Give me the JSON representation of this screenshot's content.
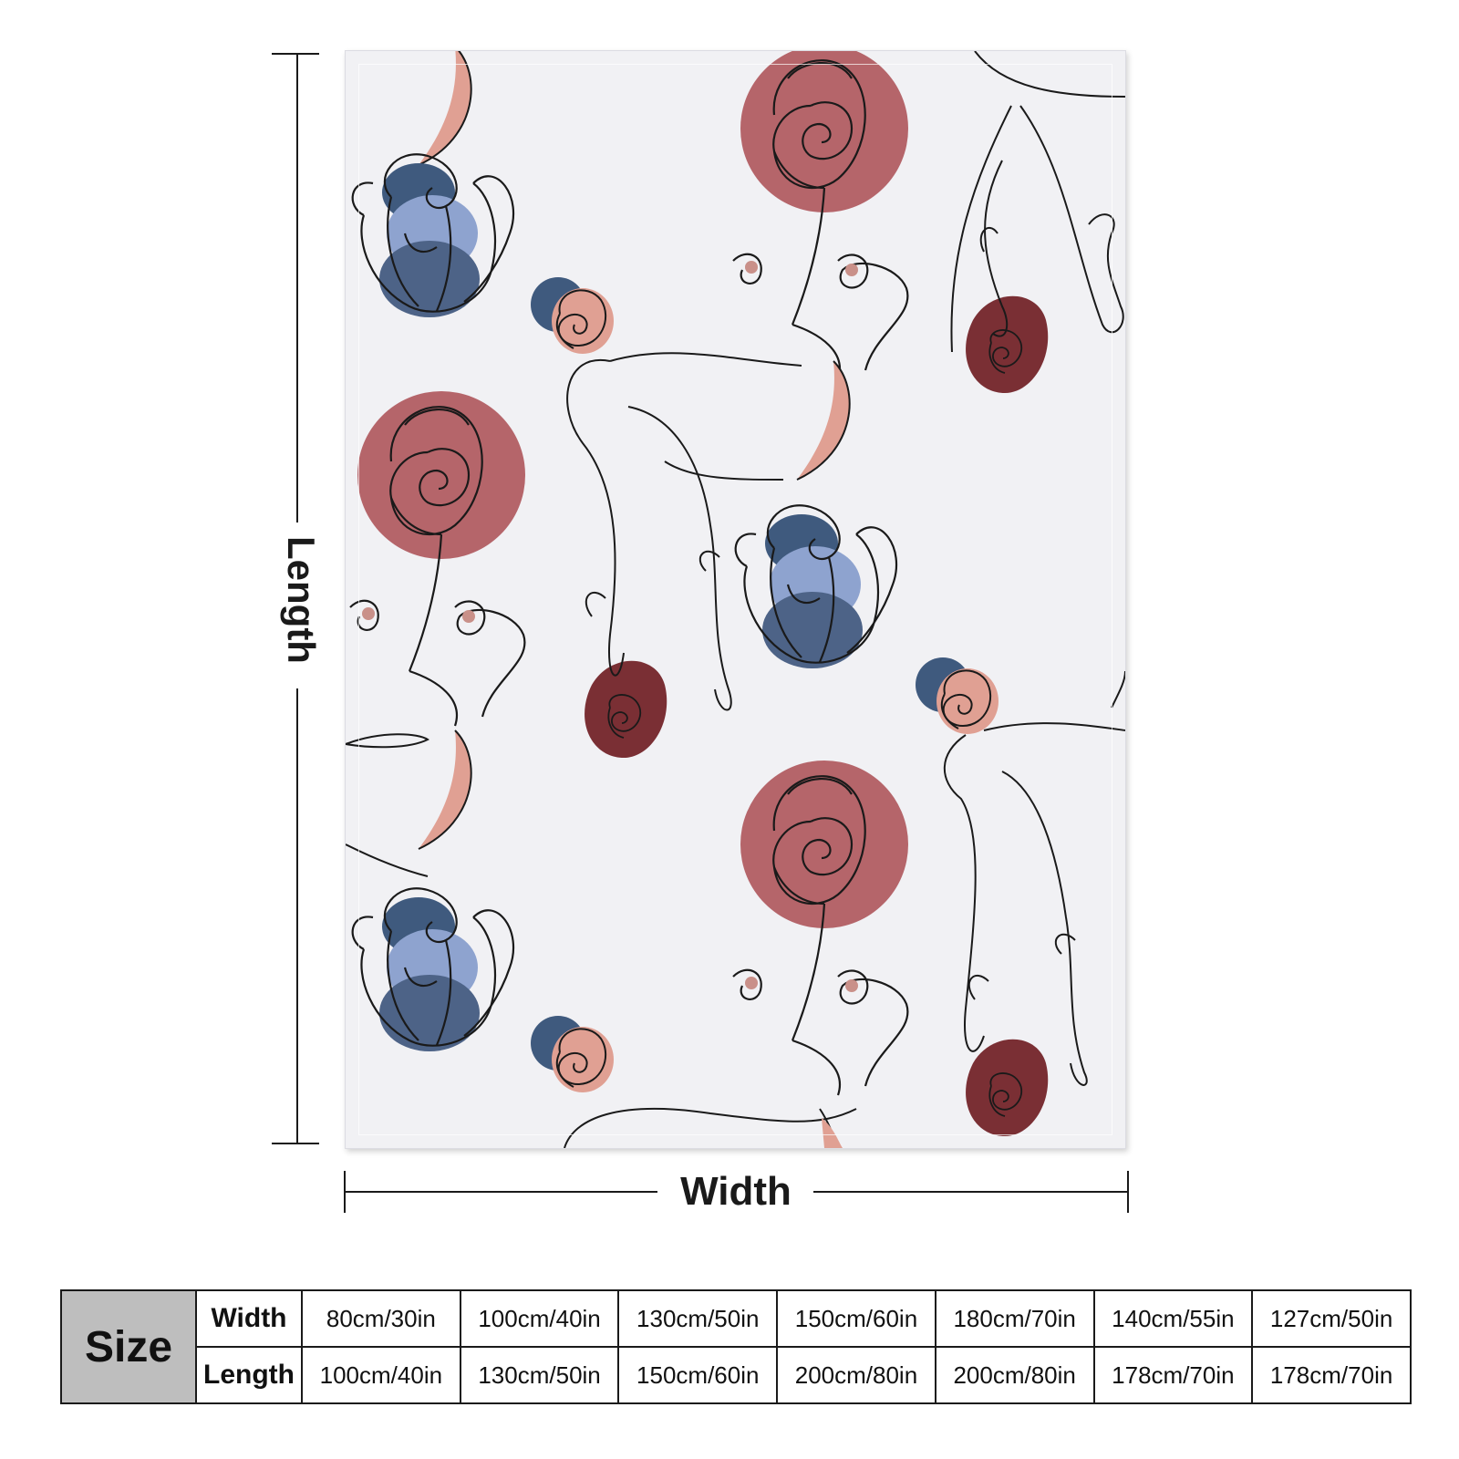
{
  "dimensions": {
    "length_label": "Length",
    "width_label": "Width"
  },
  "size_table": {
    "header": "Size",
    "rows": [
      {
        "label": "Width",
        "values": [
          "80cm/30in",
          "100cm/40in",
          "130cm/50in",
          "150cm/60in",
          "180cm/70in",
          "140cm/55in",
          "127cm/50in"
        ]
      },
      {
        "label": "Length",
        "values": [
          "100cm/40in",
          "130cm/50in",
          "150cm/60in",
          "200cm/80in",
          "200cm/80in",
          "178cm/70in",
          "178cm/70in"
        ]
      }
    ]
  },
  "pattern": {
    "motifs": [
      "rose-line-art",
      "tulip-line-art",
      "legs-line-art"
    ],
    "colors": {
      "background": "#f1f1f4",
      "rose_pink": "#b5656a",
      "light_salmon": "#e0a093",
      "navy": "#3f5a7e",
      "periwinkle": "#8ea3cf",
      "burgundy": "#7a2f34",
      "line": "#1a1a1a"
    }
  }
}
